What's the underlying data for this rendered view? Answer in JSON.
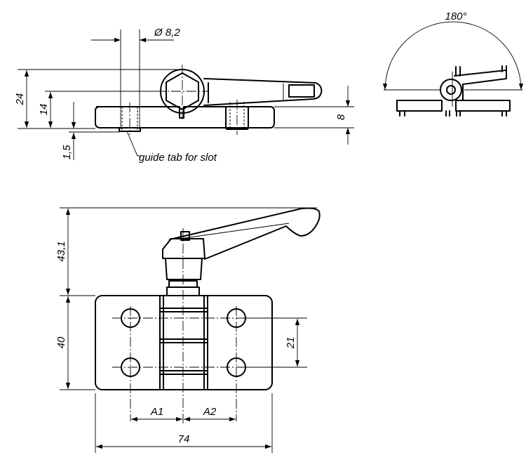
{
  "side_view": {
    "dims": {
      "d24": "24",
      "d14": "14",
      "d1_5": "1,5",
      "d8": "8",
      "diam": "Ø 8,2"
    },
    "annotation": "guide tab for slot"
  },
  "rotation_view": {
    "angle": "180°"
  },
  "plan_view": {
    "dims": {
      "d43_1": "43,1",
      "d40": "40",
      "d21": "21",
      "d74": "74",
      "a1": "A1",
      "a2": "A2"
    }
  }
}
